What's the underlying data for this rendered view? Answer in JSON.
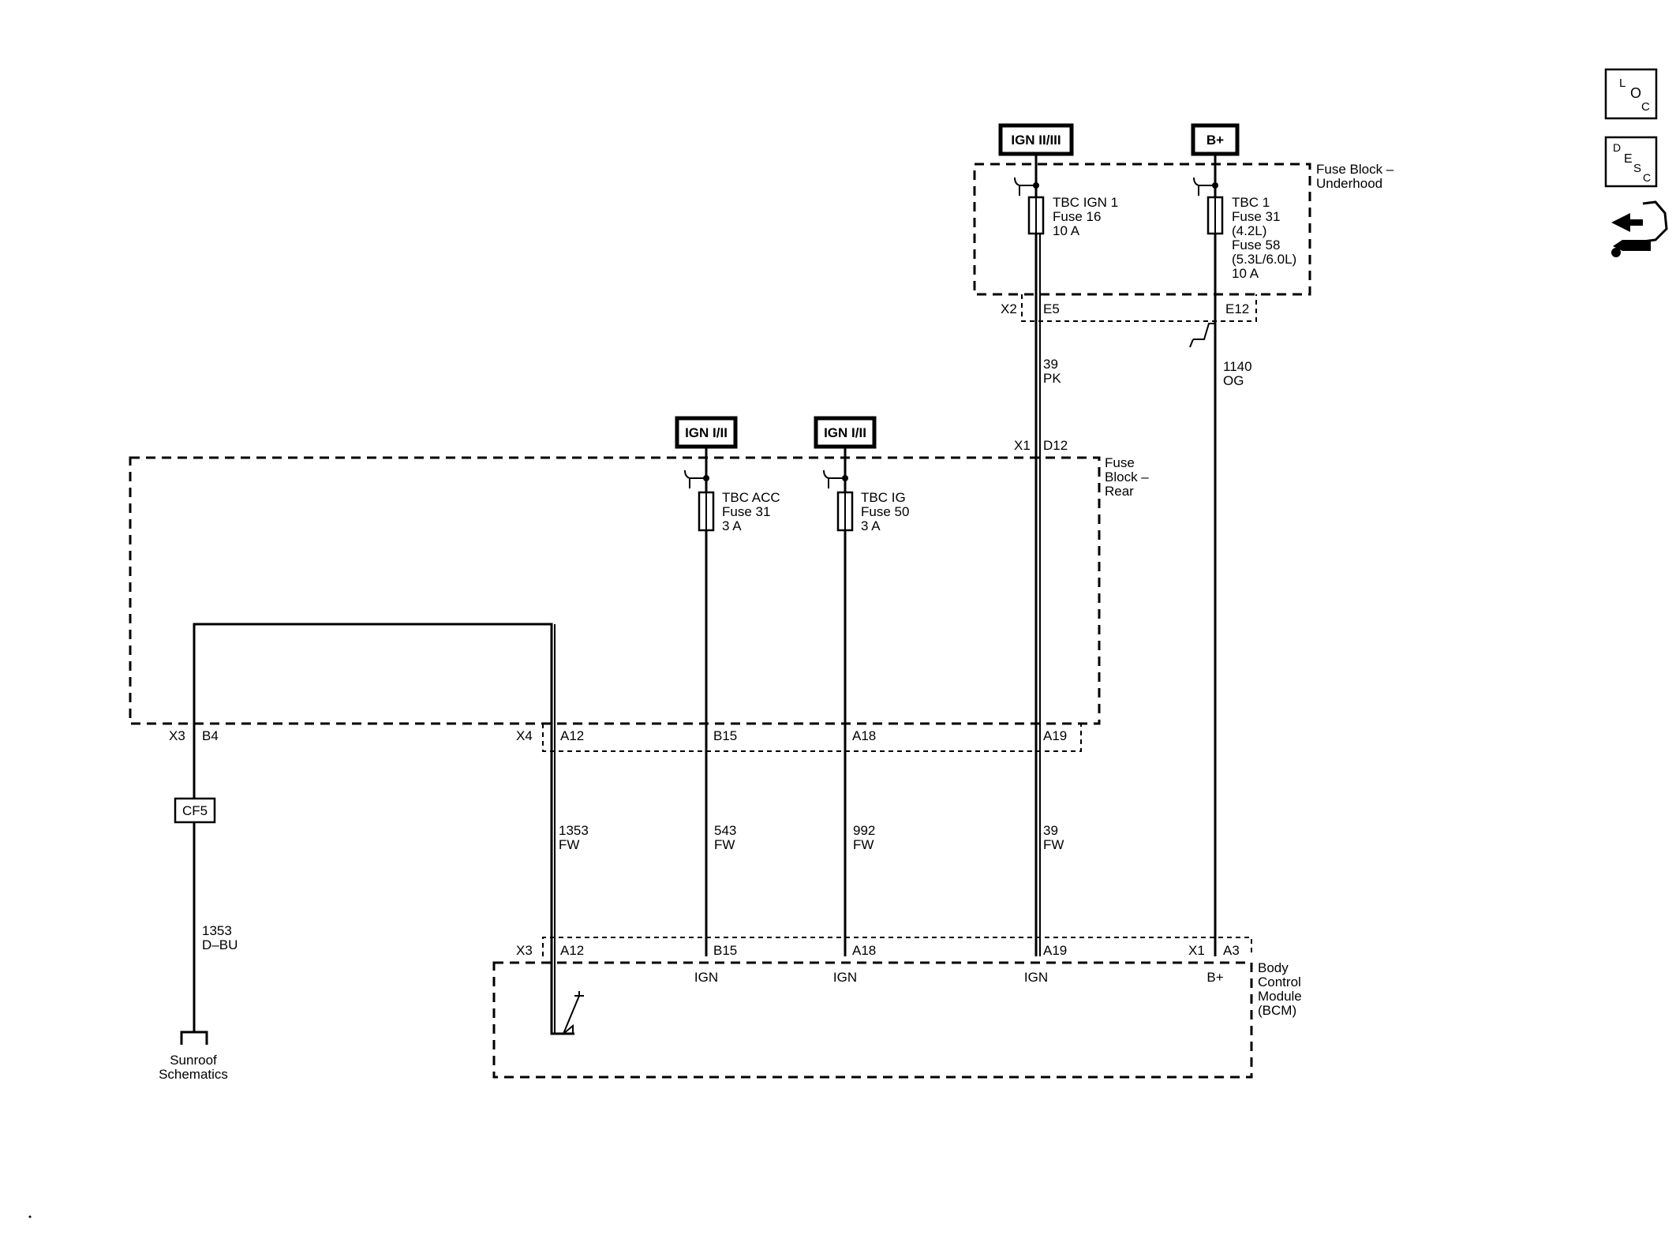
{
  "sources": {
    "ign23": "IGN II/III",
    "bplus": "B+",
    "ign12a": "IGN I/II",
    "ign12b": "IGN I/II"
  },
  "fuse_block_underhood": {
    "label_1": "Fuse Block –",
    "label_2": "Underhood",
    "fuse_ign1": [
      "TBC IGN 1",
      "Fuse 16",
      "10 A"
    ],
    "fuse_tbc1": [
      "TBC 1",
      "Fuse 31",
      "(4.2L)",
      "Fuse 58",
      "(5.3L/6.0L)",
      "10 A"
    ],
    "connector": "X2",
    "pin_e5": "E5",
    "pin_e12": "E12"
  },
  "fuse_block_rear": {
    "label_1": "Fuse",
    "label_2": "Block –",
    "label_3": "Rear",
    "fuse_acc": [
      "TBC ACC",
      "Fuse 31",
      "3 A"
    ],
    "fuse_ig": [
      "TBC IG",
      "Fuse 50",
      "3 A"
    ],
    "connector_x1": "X1",
    "pin_d12": "D12",
    "connector_x3": "X3",
    "pin_b4": "B4",
    "connector_x4": "X4",
    "pins": [
      "A12",
      "B15",
      "A18",
      "A19"
    ]
  },
  "wires": {
    "w39pk": [
      "39",
      "PK"
    ],
    "w1140": [
      "1140",
      "OG"
    ],
    "w1353fw": [
      "1353",
      "FW"
    ],
    "w543": [
      "543",
      "FW"
    ],
    "w992": [
      "992",
      "FW"
    ],
    "w39fw": [
      "39",
      "FW"
    ],
    "w1353dbu": [
      "1353",
      "D–BU"
    ]
  },
  "inline_connector": "CF5",
  "sunroof": [
    "Sunroof",
    "Schematics"
  ],
  "bcm": {
    "label": [
      "Body",
      "Control",
      "Module",
      "(BCM)"
    ],
    "connector_x3": "X3",
    "connector_x1": "X1",
    "pins": [
      "A12",
      "B15",
      "A18",
      "A19",
      "A3"
    ],
    "circuit_names": [
      "IGN",
      "IGN",
      "IGN",
      "B+"
    ]
  },
  "side_icons": {
    "loc": [
      "L",
      "O",
      "C"
    ],
    "desc": [
      "D",
      "E",
      "S",
      "C"
    ],
    "nav_icon": "connector-arrow-icon"
  }
}
